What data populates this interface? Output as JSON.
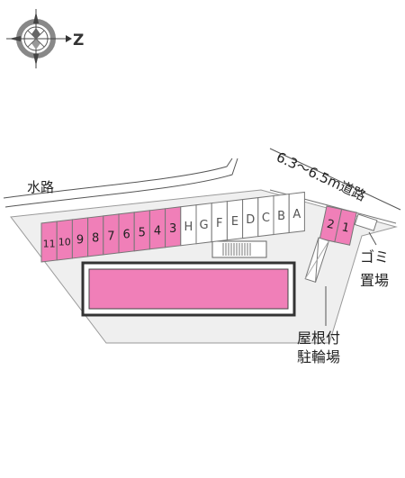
{
  "compass": {
    "label": "Z"
  },
  "labels": {
    "waterway": "水路",
    "road": "6.3～6.5m道路",
    "garbage_line1": "ゴミ",
    "garbage_line2": "置場",
    "bicycle_line1": "屋根付",
    "bicycle_line2": "駐輪場"
  },
  "parking_left": {
    "pink": [
      "11",
      "10",
      "9",
      "8",
      "7",
      "6",
      "5",
      "4",
      "3"
    ],
    "white": [
      "H",
      "G",
      "F",
      "E",
      "D",
      "C",
      "B",
      "A"
    ]
  },
  "parking_right": [
    "2",
    "1"
  ],
  "colors": {
    "pink": "#f07fb8",
    "site": "#efefef",
    "outline": "#777777",
    "building_border": "#333333"
  }
}
